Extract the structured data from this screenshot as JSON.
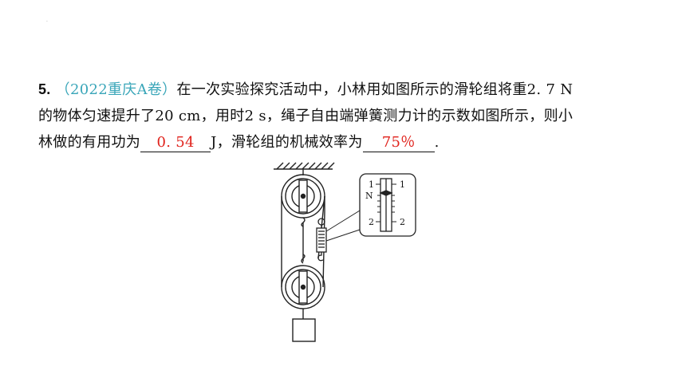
{
  "question": {
    "number": "5.",
    "source": "（2022重庆A卷）",
    "text_part1": "在一次实验探究活动中，小林用如图所示的滑轮组将重2. 7 N",
    "text_part2": "的物体匀速提升了20 cm，用时2 s，绳子自由端弹簧测力计的示数如图所示，则小",
    "text_part3": "林做的有用功为",
    "answer1": "0. 54",
    "text_part4": "J，滑轮组的机械效率为",
    "answer2": "75％",
    "text_part5": "."
  },
  "figure": {
    "scale_unit": "N",
    "scale_left_top": "1",
    "scale_right_top": "1",
    "scale_left_bottom": "2",
    "scale_right_bottom": "2"
  },
  "colors": {
    "source": "#3aa6b9",
    "answer": "#e0221b"
  }
}
